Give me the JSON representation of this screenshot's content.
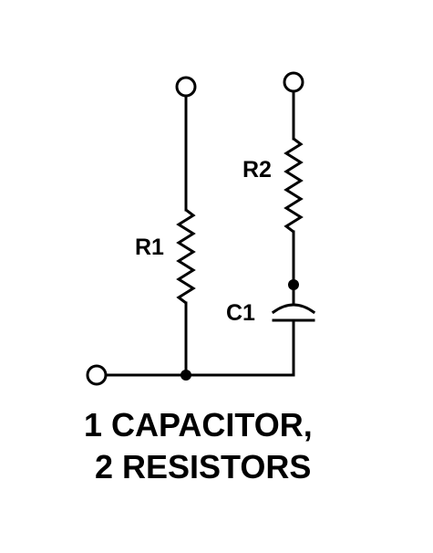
{
  "labels": {
    "r1": "R1",
    "r2": "R2",
    "c1": "C1"
  },
  "caption": {
    "line1": "1 CAPACITOR,",
    "line2": "2 RESISTORS"
  }
}
